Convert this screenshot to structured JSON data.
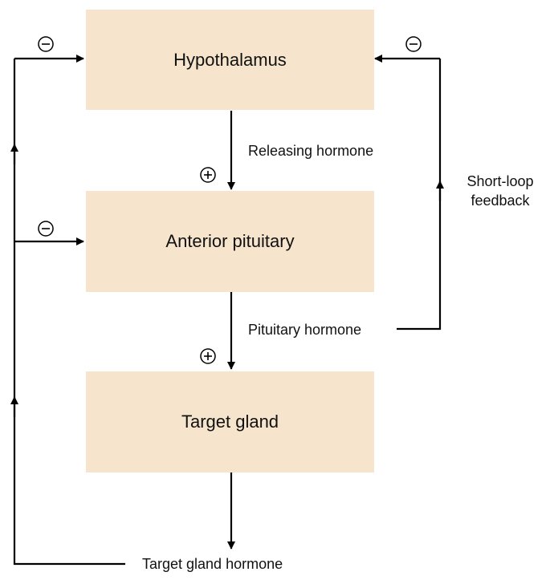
{
  "colors": {
    "box_fill": "#f6e5cc",
    "line": "#000000",
    "text": "#111111"
  },
  "boxes": {
    "hypothalamus": "Hypothalamus",
    "anterior_pituitary": "Anterior pituitary",
    "target_gland": "Target gland"
  },
  "labels": {
    "releasing_hormone": "Releasing hormone",
    "pituitary_hormone": "Pituitary hormone",
    "target_gland_hormone": "Target gland hormone",
    "short_loop_feedback": [
      "Short-loop",
      "feedback"
    ]
  },
  "signs": {
    "hypothalamus_left": "minus",
    "hypothalamus_right": "minus",
    "pituitary_left": "minus",
    "releasing_input": "plus",
    "pituitary_output": "plus"
  }
}
